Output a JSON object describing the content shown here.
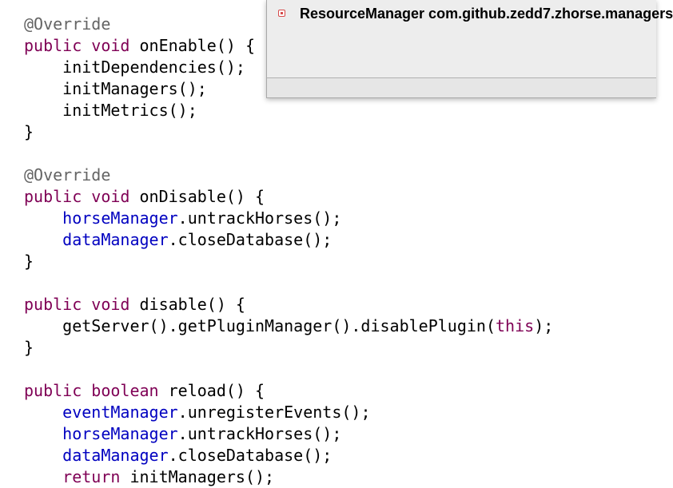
{
  "editor": {
    "colors": {
      "default": "#000000",
      "keyword": "#7f0055",
      "field": "#0000c0",
      "annotation": "#646464"
    },
    "lines": [
      [
        {
          "t": "@Override",
          "k": "annotation"
        }
      ],
      [
        {
          "t": "public",
          "k": "keyword"
        },
        {
          "t": " "
        },
        {
          "t": "void",
          "k": "keyword"
        },
        {
          "t": " onEnable() {"
        }
      ],
      [
        {
          "t": "    initDependencies();"
        }
      ],
      [
        {
          "t": "    initManagers();"
        }
      ],
      [
        {
          "t": "    initMetrics();"
        }
      ],
      [
        {
          "t": "}"
        }
      ],
      [],
      [
        {
          "t": "@Override",
          "k": "annotation"
        }
      ],
      [
        {
          "t": "public",
          "k": "keyword"
        },
        {
          "t": " "
        },
        {
          "t": "void",
          "k": "keyword"
        },
        {
          "t": " onDisable() {"
        }
      ],
      [
        {
          "t": "    "
        },
        {
          "t": "horseManager",
          "k": "field"
        },
        {
          "t": ".untrackHorses();"
        }
      ],
      [
        {
          "t": "    "
        },
        {
          "t": "dataManager",
          "k": "field"
        },
        {
          "t": ".closeDatabase();"
        }
      ],
      [
        {
          "t": "}"
        }
      ],
      [],
      [
        {
          "t": "public",
          "k": "keyword"
        },
        {
          "t": " "
        },
        {
          "t": "void",
          "k": "keyword"
        },
        {
          "t": " disable() {"
        }
      ],
      [
        {
          "t": "    getServer().getPluginManager().disablePlugin("
        },
        {
          "t": "this",
          "k": "keyword"
        },
        {
          "t": ");"
        }
      ],
      [
        {
          "t": "}"
        }
      ],
      [],
      [
        {
          "t": "public",
          "k": "keyword"
        },
        {
          "t": " "
        },
        {
          "t": "boolean",
          "k": "keyword"
        },
        {
          "t": " reload() {"
        }
      ],
      [
        {
          "t": "    "
        },
        {
          "t": "eventManager",
          "k": "field"
        },
        {
          "t": ".unregisterEvents();"
        }
      ],
      [
        {
          "t": "    "
        },
        {
          "t": "horseManager",
          "k": "field"
        },
        {
          "t": ".untrackHorses();"
        }
      ],
      [
        {
          "t": "    "
        },
        {
          "t": "dataManager",
          "k": "field"
        },
        {
          "t": ".closeDatabase();"
        }
      ],
      [
        {
          "t": "    "
        },
        {
          "t": "return",
          "k": "keyword"
        },
        {
          "t": " initManagers();"
        }
      ]
    ]
  },
  "hover_popup": {
    "icon": "class-icon",
    "title": "ResourceManager com.github.zedd7.zhorse.managers"
  }
}
